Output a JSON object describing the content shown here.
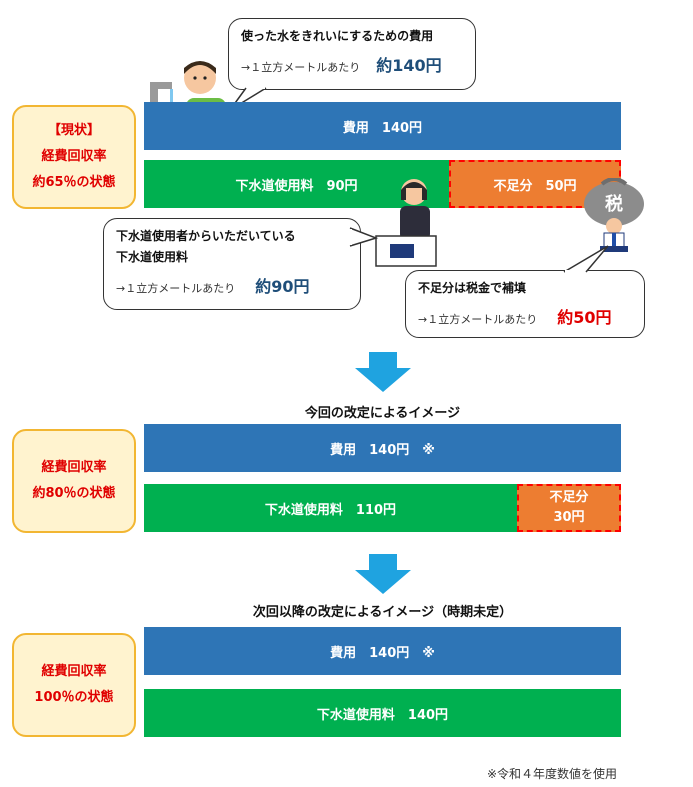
{
  "section1": {
    "state_title": "【現状】",
    "state_line2": "経費回収率",
    "state_line3": "約65％の状態",
    "cost_bar": "費用　140円",
    "fee_bar": "下水道使用料　90円",
    "shortfall_bar": "不足分　50円",
    "bubble_cost": {
      "line1": "使った水をきれいにするための費用",
      "prefix": "→１立方メートルあたり",
      "value": "約140円"
    },
    "bubble_fee": {
      "line1": "下水道使用者からいただいている",
      "line2": "下水道使用料",
      "prefix": "→１立方メートルあたり",
      "value": "約90円"
    },
    "bubble_tax": {
      "line1": "不足分は税金で補填",
      "prefix": "→１立方メートルあたり",
      "value": "約50円"
    },
    "tax_bag_label": "税"
  },
  "section2": {
    "heading": "今回の改定によるイメージ",
    "state_line1": "経費回収率",
    "state_line2": "約80％の状態",
    "cost_bar": "費用　140円　※",
    "fee_bar": "下水道使用料　110円",
    "shortfall_line1": "不足分",
    "shortfall_line2": "30円"
  },
  "section3": {
    "heading": "次回以降の改定によるイメージ（時期未定）",
    "state_line1": "経費回収率",
    "state_line2": "100％の状態",
    "cost_bar": "費用　140円　※",
    "fee_bar": "下水道使用料　140円"
  },
  "footnote": "※令和４年度数値を使用",
  "colors": {
    "blue": "#2e75b6",
    "green": "#00b050",
    "orange": "#ed7d31",
    "arrow": "#1fa3e0",
    "state_red": "#e00000"
  }
}
